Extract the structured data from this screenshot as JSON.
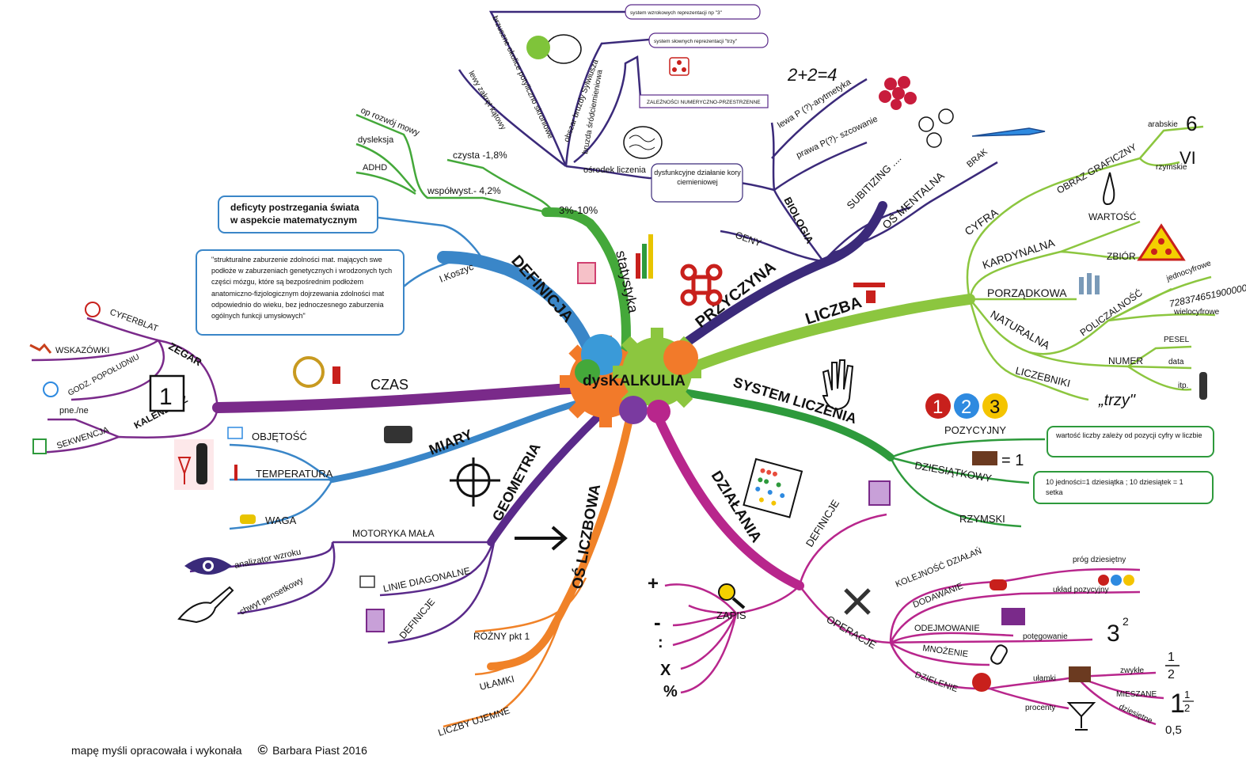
{
  "center": {
    "pre": "dys",
    "main": "KALKULIA"
  },
  "branches": {
    "definicja": {
      "label": "DEFINICJA",
      "color": "#3a86c8",
      "koszyc": "I.Koszyc",
      "box1": "deficyty postrzegania świata w aspekcie matematycznym",
      "box2": "\"strukturalne zaburzenie zdolności mat. mających swe podłoże w zaburzeniach genetycznych i wrodzonych tych części mózgu, które są bezpośrednim podłożem anatomiczno-fizjologicznym dojrzewania zdolności mat odpowiednio do wieku, bez jednoczesnego zaburzenia ogólnych funkcji umysłowych\""
    },
    "statystyka": {
      "label": "statystyka",
      "color": "#44a83a",
      "pct": "3%-10%",
      "czysta": "czysta -1,8%",
      "wspolwyst": "współwyst.- 4,2%",
      "items": [
        "op rozwój mowy",
        "dysleksja",
        "ADHD"
      ]
    },
    "przyczyna": {
      "label": "PRZYCZYNA",
      "color": "#3b2a7a",
      "geny": "GENY",
      "biologia": "BIOLOGIA",
      "lewa": "lewa P (?)-arytmetyka",
      "prawa": "prawa P(?)- szcowanie",
      "eq": "2+2=4",
      "dysfunkcja": "dysfunkcyjne działanie kory ciemieniowej",
      "osrodek": "ośrodek liczenia",
      "lewy_zakret": "lewy zakręt kątowy",
      "brzuszne": "brzuszne okolice potyliczno skroniowe",
      "obszar": "obszar bruzdy Sylwiusza",
      "bruzda": "bruzda śródciemieniowa",
      "system1": "system wzrokowych reprezentacji np \"3\"",
      "system2": "system słownych reprezentacji \"trzy\"",
      "zaleznosci": "ZALEŻNOŚCI NUMERYCZNO-PRZESTRZENNE"
    },
    "liczba": {
      "label": "LICZBA",
      "color": "#8cc63f",
      "subitizing": "SUBITIZING ....",
      "os": "OŚ MENTALNA",
      "brak": "BRAK",
      "cyfra": "CYFRA",
      "obraz": "OBRAZ GRAFICZNY",
      "arabskie": "arabskie",
      "six": "6",
      "rzymskie": "rzymskie",
      "vi": "VI",
      "kardynalna": "KARDYNALNA",
      "wartosc": "WARTOŚĆ",
      "zbior": "ZBIÓR",
      "porzadkowa": "PORZĄDKOWA",
      "naturalna": "NATURALNA",
      "policzalnosc": "POLICZALNOŚĆ",
      "jednocyfrowe": "jednocyfrowe",
      "bignum": "7283746519000000",
      "wielocyfrowe": "wielocyfrowe",
      "numer": "NUMER",
      "pesel": "PESEL",
      "data": "data",
      "itp": "itp.",
      "liczebniki": "LICZEBNIKI",
      "trzy": "„trzy\""
    },
    "system": {
      "label": "SYSTEM LICZENIA",
      "color": "#2e9a3c",
      "pozycyjny": "POZYCYJNY",
      "box1": "wartość liczby zależy od pozycji cyfry w liczbie",
      "dziesiatkowy": "DZIESIĄTKOWY",
      "box2": "10 jedności=1 dziesiątka ; 10 dziesiątek = 1 setka",
      "rzymski": "RZYMSKI",
      "eq1": "= 1",
      "d1": "1",
      "d2": "2",
      "d3": "3"
    },
    "dzialania": {
      "label": "DZIAŁANIA",
      "color": "#b8268c",
      "definicje": "DEFINICJE",
      "zapis": "ZAPIS",
      "operacje": "OPERACJE",
      "kolejnosc": "KOLEJNOŚĆ DZIAŁAŃ",
      "dodawanie": "DODAWANIE",
      "prog": "próg dziesiętny",
      "uklad": "układ pozycyjny",
      "odejmowanie": "ODEJMOWANIE",
      "mnozenie": "MNOŻENIE",
      "potegowanie": "potęgowanie",
      "pot_base": "3",
      "pot_exp": "2",
      "dzielenie": "DZIELENIE",
      "ulamki": "ułamki",
      "zwykle": "zwykłe",
      "mieszane": "MIESZANE",
      "dziesietne": "dziesiętne",
      "procenty": "procenty",
      "half_num": "1",
      "half_den": "2",
      "mixed_whole": "1",
      "dec": "0,5",
      "plus": "+",
      "minus": "-",
      "divide": ":",
      "times": "X",
      "percent": "%"
    },
    "os_liczbowa": {
      "label": "OŚ LICZBOWA",
      "color": "#f08228",
      "rozny": "RÓŻNY pkt 1",
      "ulamki": "UŁAMKI",
      "ujemne": "LICZBY UJEMNE"
    },
    "geometria": {
      "label": "GEOMETRIA",
      "color": "#5a2a8a",
      "motoryka": "MOTORYKA MAŁA",
      "analizator": "analizator wzroku",
      "chwyt": "chwyt pensetkowy",
      "linie": "LINIE DIAGONALNE",
      "definicje": "DEFINICJE"
    },
    "miary": {
      "label": "MIARY",
      "color": "#3a86c8",
      "objetosc": "OBJĘTOŚĆ",
      "temperatura": "TEMPERATURA",
      "waga": "WAGA"
    },
    "czas": {
      "label": "CZAS",
      "color": "#7a2a8a",
      "zegar": "ZEGAR",
      "cyferblat": "CYFERBLAT",
      "wskazowki": "WSKAZÓWKI",
      "godz": "GODZ. POPOŁUDNIU",
      "kalendarz": "KALENDARZ",
      "pne": "pne./ne",
      "sekwencja": "SEKWENCJA",
      "cal_num": "1"
    }
  },
  "footer": {
    "text": "mapę myśli opracowała i wykonała",
    "copy": "©",
    "author": "Barbara Piast 2016"
  }
}
